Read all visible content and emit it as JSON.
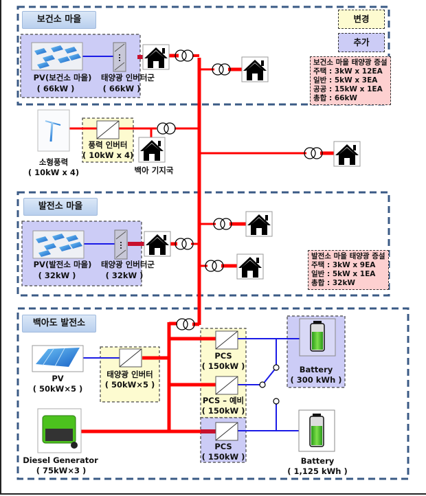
{
  "colors": {
    "ac_line": "#ff0000",
    "dc_line": "#1a1ae6",
    "section_border": "#3a5a85",
    "changed_fill": "#fdfbd0",
    "added_fill": "#ccccf6",
    "info_fill": "#fdd0d0",
    "section_tag_fill": "#c9dbf2"
  },
  "legend": {
    "changed": "변경",
    "added": "추가"
  },
  "sections": {
    "health_village": {
      "title": "보건소 마을",
      "pv_label": "PV(보건소 마을)",
      "pv_capacity": "( 66kW )",
      "inverter_label": "태양광 인버터군",
      "inverter_capacity": "( 66kW )",
      "info": {
        "title": "보건소 마을 태양광 증설",
        "lines": [
          "주택 : 3kW x 12EA",
          "일반 : 5kW x 3EA",
          "공공 : 15kW x 1EA",
          "총합 : 66kW"
        ]
      }
    },
    "wind": {
      "turbine_label": "소형풍력",
      "turbine_capacity": "( 10kW  x 4)",
      "inverter_label": "풍력  인버터",
      "inverter_capacity": "( 10kW  x 4)",
      "base_station_label": "백아 기지국"
    },
    "plant_village": {
      "title": "발전소 마을",
      "pv_label": "PV(발전소 마을)",
      "pv_capacity": "( 32kW )",
      "inverter_label": "태양광 인버터군",
      "inverter_capacity": "( 32kW )",
      "info": {
        "title": "발전소 마을 태양광 증설",
        "lines": [
          "주택 : 3kW x 9EA",
          "일반 : 5kW x 1EA",
          "총합 : 32kW"
        ]
      }
    },
    "power_plant": {
      "title": "백아도 발전소",
      "pv_label": "PV",
      "pv_capacity": "( 50kW×5 )",
      "inverter_label": "태양광 인버터",
      "inverter_capacity": "( 50kW×5 )",
      "pcs1_label": "PCS",
      "pcs1_capacity": "( 150kW )",
      "pcs_spare_label": "PCS – 예비",
      "pcs_spare_capacity": "( 150kW )",
      "pcs2_label": "PCS",
      "pcs2_capacity": "( 150kW )",
      "battery1_label": "Battery",
      "battery1_capacity": "( 300 kWh )",
      "battery2_label": "Battery",
      "battery2_capacity": "( 1,125 kWh )",
      "diesel_label": "Diesel Generator",
      "diesel_capacity": "( 75kW×3 )"
    }
  }
}
